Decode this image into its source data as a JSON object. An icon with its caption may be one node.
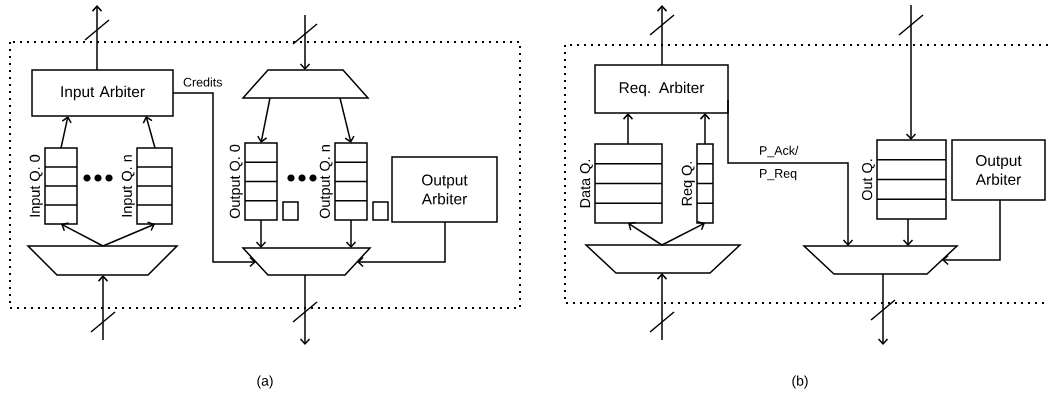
{
  "diagram": {
    "nodes": [
      {
        "text": [
          "Input Arbiter"
        ]
      },
      {
        "text": [
          "Input Q. 0"
        ]
      },
      {
        "text": [
          "Input Q. n"
        ]
      },
      {
        "text": [],
        "shape": "trapezoid"
      },
      {
        "text": [],
        "shape": "trapezoid"
      },
      {
        "text": [
          "Output Q. 0"
        ]
      },
      {
        "text": [],
        "shape": "box"
      },
      {
        "text": [
          "Output Q. n"
        ]
      },
      {
        "text": [],
        "shape": "box"
      },
      {
        "text": [
          "Output Arbiter"
        ]
      },
      {
        "text": [],
        "shape": "trapezoid"
      },
      {
        "text": [
          "Req. Arbiter"
        ]
      },
      {
        "text": [
          "Data Q."
        ]
      },
      {
        "text": [
          "Req Q."
        ]
      },
      {
        "text": [],
        "shape": "trapezoid"
      },
      {
        "text": [
          "Out Q."
        ]
      },
      {
        "text": [
          "Output Arbiter"
        ]
      },
      {
        "text": [],
        "shape": "trapezoid"
      }
    ],
    "edges": [
      {
        "from": 0,
        "to": null,
        "arrow": "to"
      },
      {
        "from": 1,
        "to": 0,
        "arrow": "to"
      },
      {
        "from": 2,
        "to": 0,
        "arrow": "to"
      },
      {
        "from": 3,
        "to": 1,
        "arrow": "to"
      },
      {
        "from": 3,
        "to": 2,
        "arrow": "to"
      },
      {
        "from": null,
        "to": 3,
        "arrow": "to"
      },
      {
        "from": 0,
        "to": 10,
        "arrow": "to",
        "label": "Credits"
      },
      {
        "from": null,
        "to": 4,
        "arrow": "to"
      },
      {
        "from": 4,
        "to": 5,
        "arrow": "to"
      },
      {
        "from": 4,
        "to": 7,
        "arrow": "to"
      },
      {
        "from": 5,
        "to": 10,
        "arrow": "to"
      },
      {
        "from": 7,
        "to": 10,
        "arrow": "to"
      },
      {
        "from": 9,
        "to": 10,
        "arrow": "to"
      },
      {
        "from": 10,
        "to": null,
        "arrow": "to"
      },
      {
        "from": 11,
        "to": null,
        "arrow": "to"
      },
      {
        "from": 12,
        "to": 11,
        "arrow": "to"
      },
      {
        "from": 13,
        "to": 11,
        "arrow": "to"
      },
      {
        "from": 14,
        "to": 12,
        "arrow": "to"
      },
      {
        "from": 14,
        "to": 13,
        "arrow": "to"
      },
      {
        "from": null,
        "to": 14,
        "arrow": "to"
      },
      {
        "from": 11,
        "to": 17,
        "arrow": "to",
        "label": "P_Ack/ P_Req"
      },
      {
        "from": null,
        "to": 15,
        "arrow": "to"
      },
      {
        "from": 15,
        "to": 17,
        "arrow": "to"
      },
      {
        "from": 16,
        "to": 17,
        "arrow": "to"
      },
      {
        "from": 17,
        "to": null,
        "arrow": "to"
      }
    ],
    "labels": [
      "(a)",
      "(b)"
    ]
  }
}
